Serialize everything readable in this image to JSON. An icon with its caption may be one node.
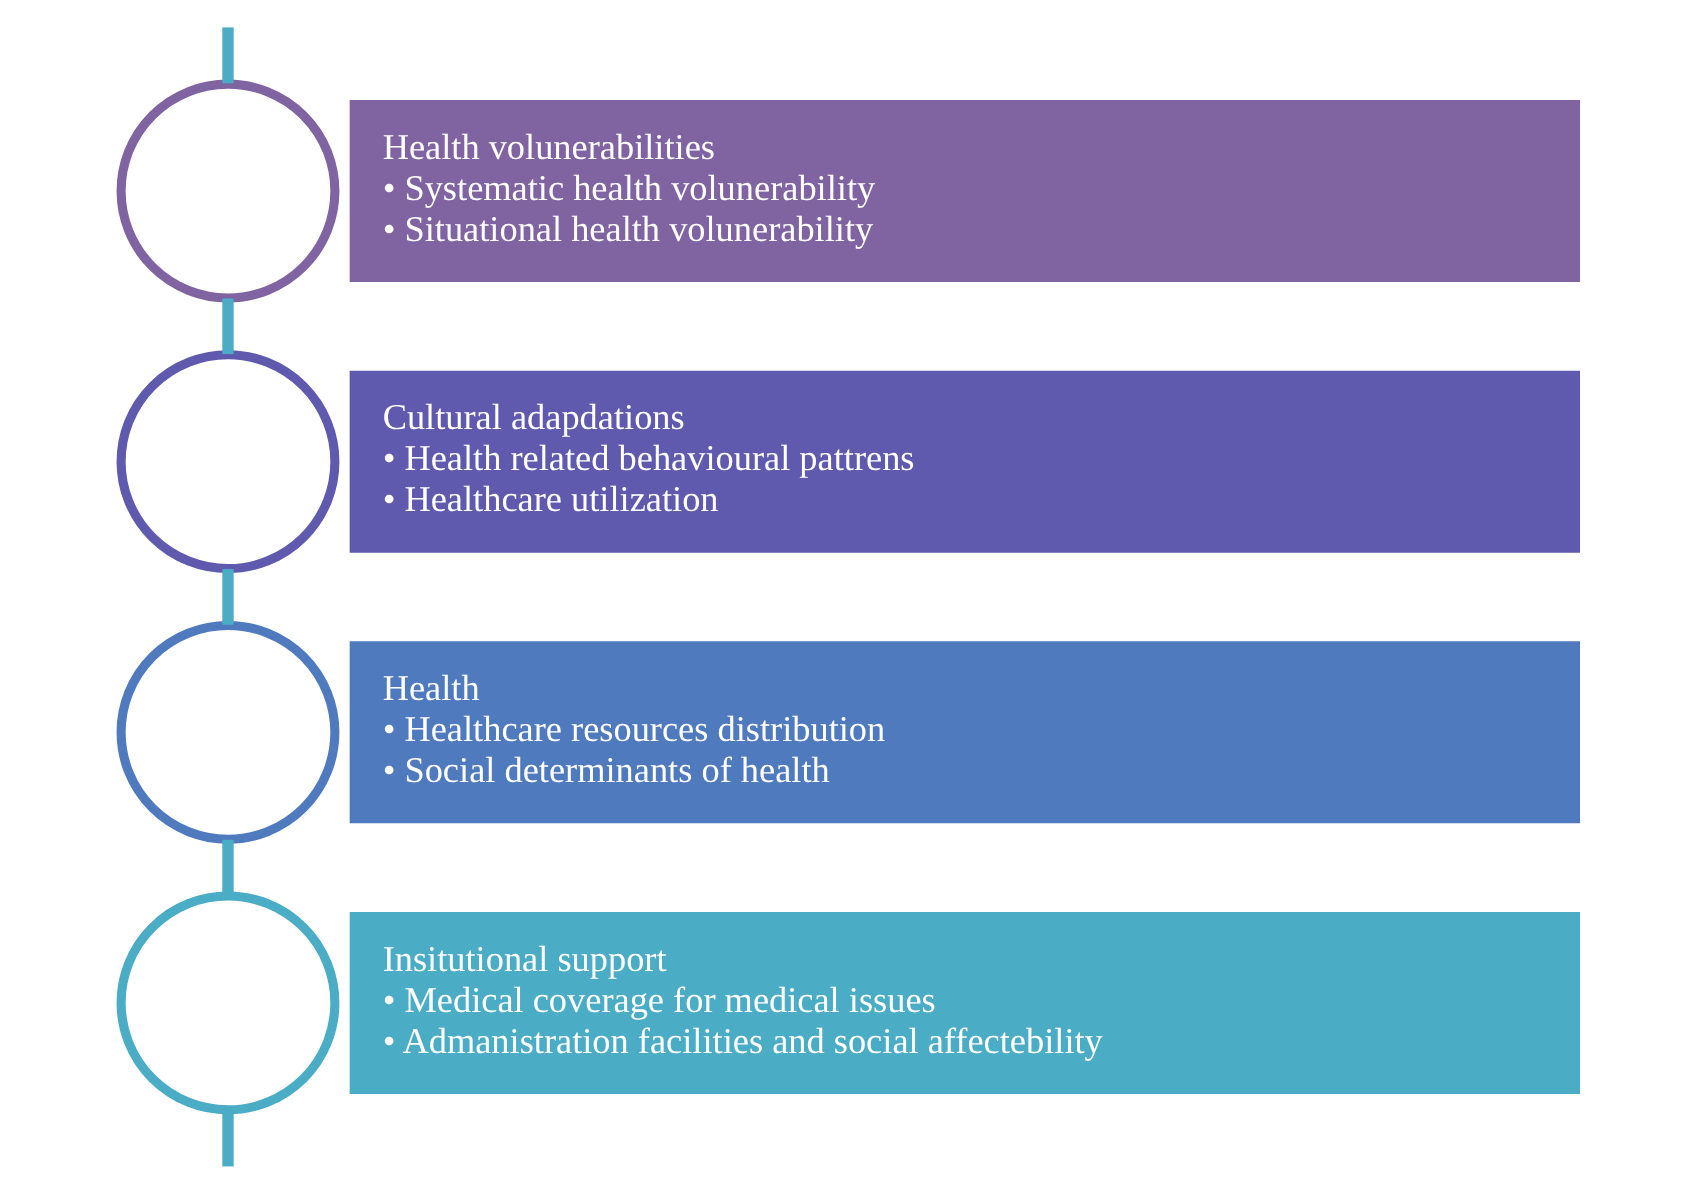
{
  "diagram": {
    "nodes": [
      {
        "text": [],
        "shape": "circle"
      },
      {
        "text": [
          "Health volunerabilities",
          "• Systematic health volunerability",
          "• Situational health volunerability"
        ]
      },
      {
        "text": [],
        "shape": "circle"
      },
      {
        "text": [
          "Cultural adapdations",
          "• Health related behavioural pattrens",
          "• Healthcare utilization"
        ]
      },
      {
        "text": [],
        "shape": "circle"
      },
      {
        "text": [
          "Health",
          "• Healthcare resources distribution",
          "• Social determinants of health"
        ]
      },
      {
        "text": [],
        "shape": "circle"
      },
      {
        "text": [
          "Insitutional support",
          "• Medical coverage for medical issues",
          "• Admanistration facilities and social affectebility"
        ]
      }
    ],
    "edges": [
      {
        "from": null,
        "to": 0,
        "arrow": "none"
      },
      {
        "from": 0,
        "to": 2,
        "arrow": "none"
      },
      {
        "from": 2,
        "to": 4,
        "arrow": "none"
      },
      {
        "from": 4,
        "to": 6,
        "arrow": "none"
      },
      {
        "from": 6,
        "to": null,
        "arrow": "none"
      }
    ]
  }
}
